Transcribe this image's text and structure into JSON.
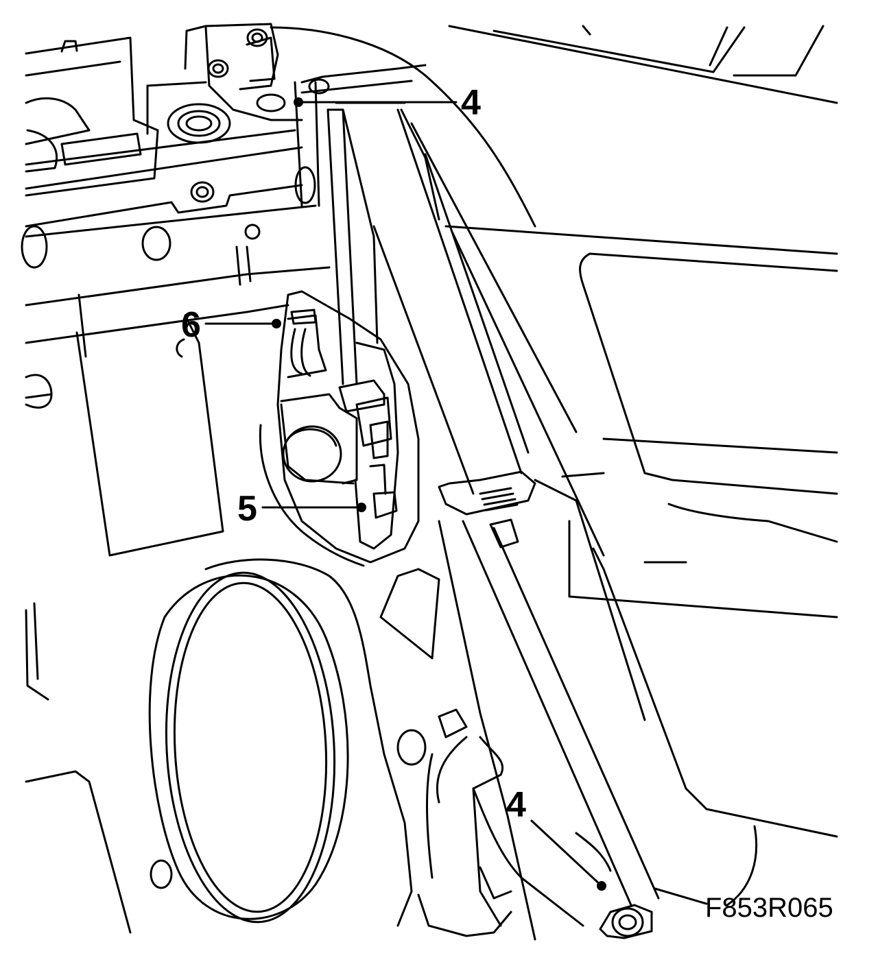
{
  "callouts": {
    "c1": "4",
    "c2": "6",
    "c3": "5",
    "c4": "4"
  },
  "figure_code": "F853R065",
  "colors": {
    "line": "#000000",
    "background": "#ffffff"
  }
}
